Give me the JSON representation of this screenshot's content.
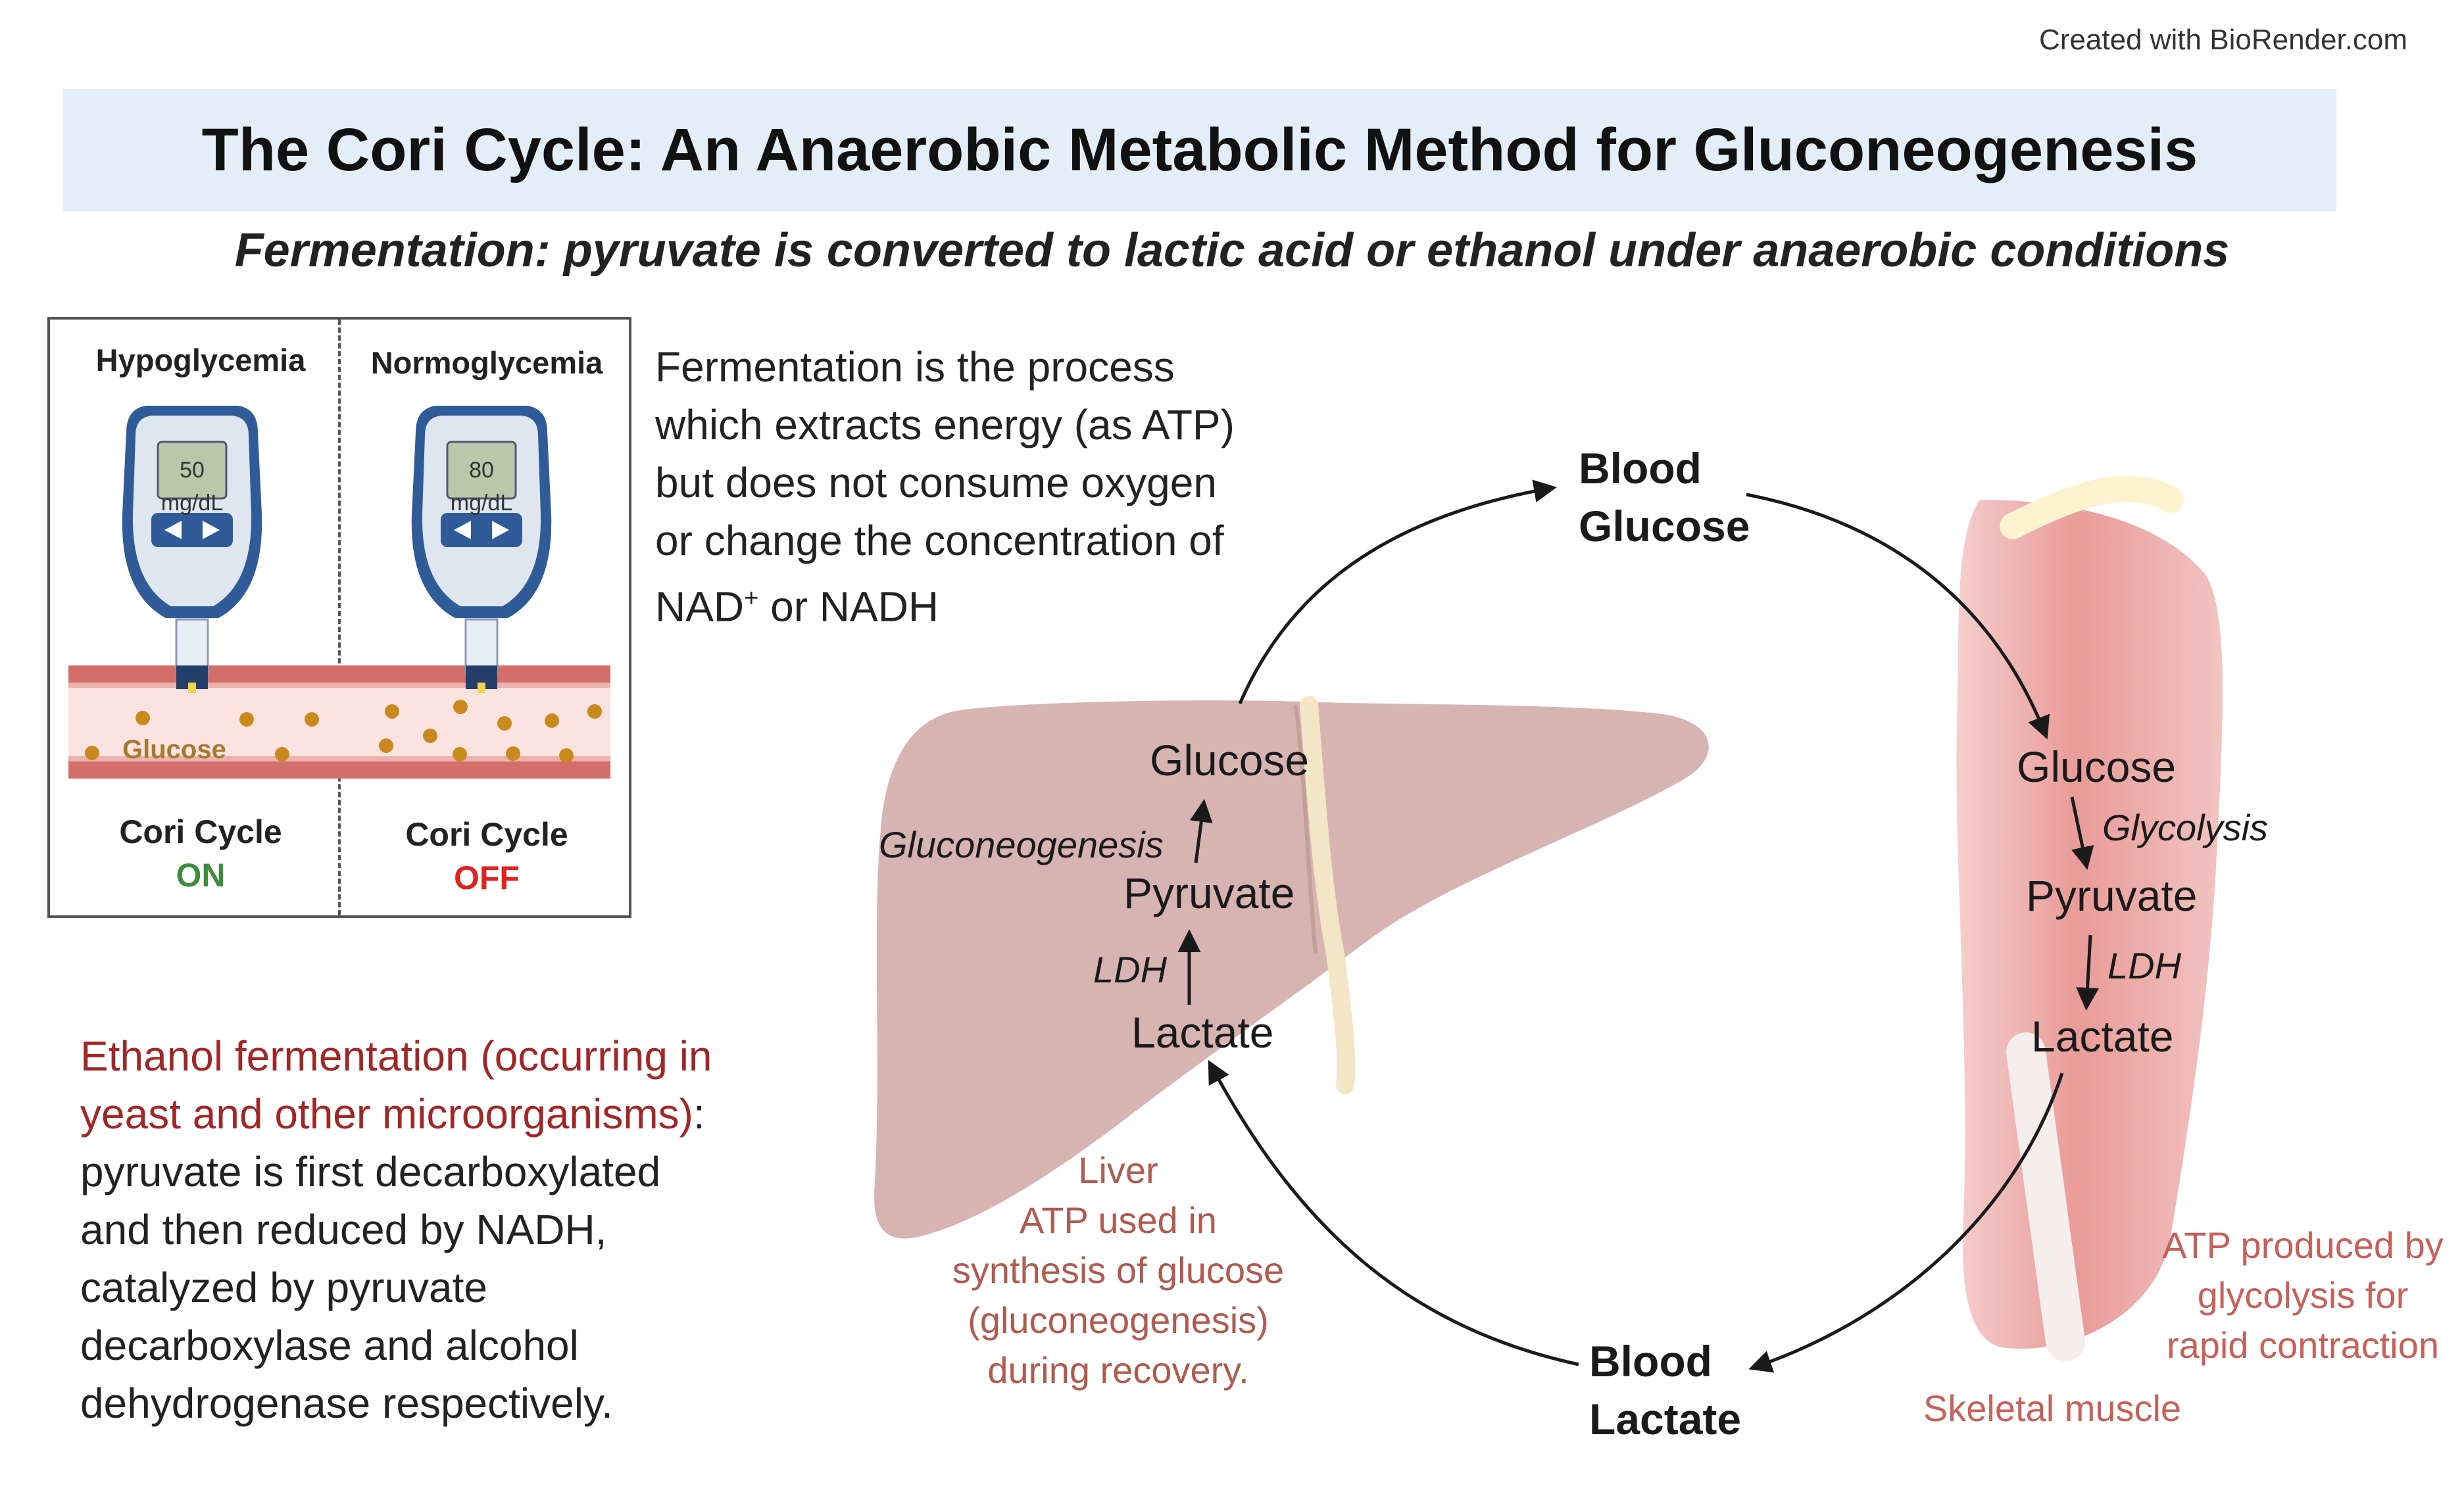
{
  "credit": "Created with BioRender.com",
  "title": "The Cori Cycle: An Anaerobic Metabolic Method for Gluconeogenesis",
  "subtitle": "Fermentation: pyruvate is converted to lactic acid or ethanol under anaerobic conditions",
  "glucometer_panel": {
    "left": {
      "header": "Hypoglycemia",
      "reading_value": "50",
      "reading_unit": "mg/dL",
      "vessel_label": "Glucose",
      "cycle_label": "Cori Cycle",
      "state": "ON",
      "state_color": "#3d8d3c"
    },
    "right": {
      "header": "Normoglycemia",
      "reading_value": "80",
      "reading_unit": "mg/dL",
      "cycle_label": "Cori Cycle",
      "state": "OFF",
      "state_color": "#e0231f"
    }
  },
  "fermentation_text": {
    "line1": "Fermentation is the process",
    "line2": "which extracts energy (as ATP)",
    "line3": "but does not consume oxygen",
    "line4": "or change the concentration of",
    "line5_prefix": "NAD",
    "line5_sup": "+",
    "line5_suffix": " or NADH"
  },
  "ethanol_text": {
    "red_line1": "Ethanol fermentation (occurring in",
    "red_line2": "yeast and other microorganisms)",
    "colon": ":",
    "line3": "pyruvate is first decarboxylated",
    "line4": "and then reduced by NADH,",
    "line5": "catalyzed by pyruvate",
    "line6": "decarboxylase and alcohol",
    "line7": "dehydrogenase respectively."
  },
  "cycle": {
    "blood_glucose_1": "Blood",
    "blood_glucose_2": "Glucose",
    "blood_lactate_1": "Blood",
    "blood_lactate_2": "Lactate",
    "liver": {
      "glucose": "Glucose",
      "pyruvate": "Pyruvate",
      "lactate": "Lactate",
      "gluconeogenesis": "Gluconeogenesis",
      "ldh": "LDH",
      "note_title": "Liver",
      "note_1": "ATP used in",
      "note_2": "synthesis of glucose",
      "note_3": "(gluconeogenesis)",
      "note_4": "during recovery."
    },
    "muscle": {
      "glucose": "Glucose",
      "pyruvate": "Pyruvate",
      "lactate": "Lactate",
      "glycolysis": "Glycolysis",
      "ldh": "LDH",
      "atp_1": "ATP produced by",
      "atp_2": "glycolysis for",
      "atp_3": "rapid contraction",
      "label": "Skeletal muscle"
    }
  },
  "colors": {
    "title_band": "#e3eef8",
    "liver": "#d7b4b1",
    "muscle": "#eaa7a4",
    "vessel": "#d46e6a",
    "glucose_dot": "#c9891d",
    "meter_body": "#2f5b99"
  }
}
